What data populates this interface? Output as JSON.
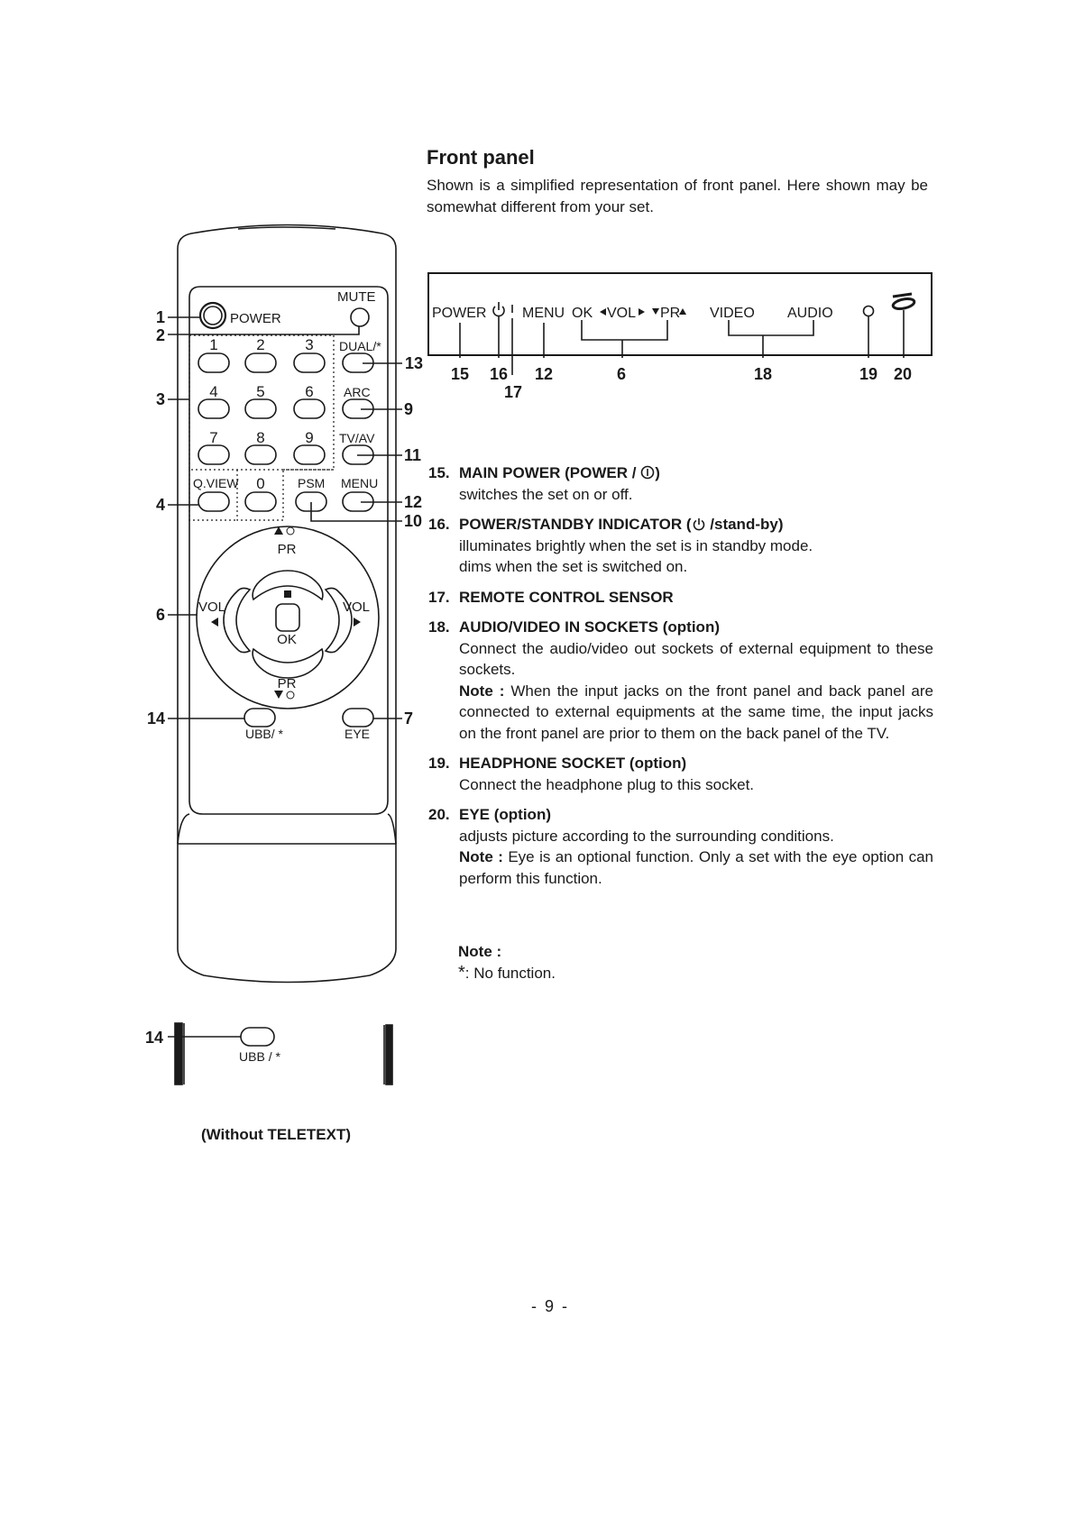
{
  "front_panel": {
    "heading": "Front panel",
    "intro": "Shown is a simplified representation of front panel. Here shown may be somewhat different from your set.",
    "labels": {
      "power": "POWER",
      "menu": "MENU",
      "ok": "OK",
      "vol": "VOL",
      "pr": "PR",
      "video": "VIDEO",
      "audio": "AUDIO"
    },
    "callouts": [
      "15",
      "16",
      "17",
      "12",
      "6",
      "18",
      "19",
      "20"
    ]
  },
  "remote": {
    "buttons": {
      "power": "POWER",
      "mute": "MUTE",
      "n1": "1",
      "n2": "2",
      "n3": "3",
      "n4": "4",
      "n5": "5",
      "n6": "6",
      "n7": "7",
      "n8": "8",
      "n9": "9",
      "n0": "0",
      "dual": "DUAL/*",
      "arc": "ARC",
      "tvav": "TV/AV",
      "qview": "Q.VIEW",
      "psm": "PSM",
      "menu": "MENU",
      "pr": "PR",
      "vol": "VOL",
      "ok": "OK",
      "ubb": "UBB/ *",
      "eye": "EYE"
    },
    "callouts": [
      "1",
      "2",
      "3",
      "4",
      "6",
      "14",
      "13",
      "9",
      "11",
      "12",
      "10",
      "7"
    ]
  },
  "variant": {
    "ubb_label": "UBB / *",
    "callout": "14",
    "caption": "(Without TELETEXT)"
  },
  "items": [
    {
      "num": "15.",
      "title": "MAIN POWER (POWER /",
      "title_after": ")",
      "lines": [
        "switches the set on or off."
      ]
    },
    {
      "num": "16.",
      "title": "POWER/STANDBY INDICATOR (",
      "title_after": "/stand-by)",
      "lines": [
        "illuminates brightly when the set is in standby mode.",
        "dims when the set is switched on."
      ]
    },
    {
      "num": "17.",
      "title": "REMOTE CONTROL SENSOR",
      "lines": []
    },
    {
      "num": "18.",
      "title": "AUDIO/VIDEO IN SOCKETS (option)",
      "lines": [
        "Connect the audio/video out sockets of external equipment to these sockets."
      ],
      "note_label": "Note :",
      "note": "When the input jacks on the front panel and back panel are connected to external equipments at the same time, the input jacks on the front panel are prior to them on the back panel of the TV."
    },
    {
      "num": "19.",
      "title": "HEADPHONE SOCKET (option)",
      "lines": [
        "Connect the headphone plug to this socket."
      ]
    },
    {
      "num": "20.",
      "title": "EYE (option)",
      "lines": [
        "adjusts picture according to the surrounding conditions."
      ],
      "note_label": "Note :",
      "note": "Eye is an optional function. Only a set with the eye option can perform this function."
    }
  ],
  "notes": {
    "label": "Note :",
    "symbol": "*",
    "text": ": No function."
  },
  "page_number": "- 9 -"
}
